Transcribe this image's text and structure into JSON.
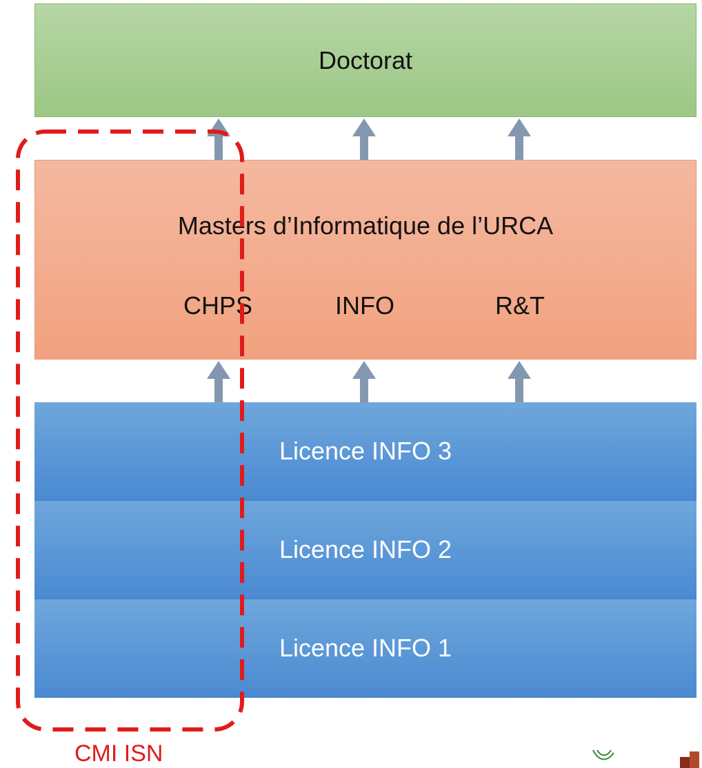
{
  "doctorat": {
    "label": "Doctorat"
  },
  "masters": {
    "title": "Masters d’Informatique de l’URCA",
    "tracks": [
      "CHPS",
      "INFO",
      "R&T"
    ]
  },
  "licences": [
    {
      "label": "Licence INFO 3"
    },
    {
      "label": "Licence INFO 2"
    },
    {
      "label": "Licence INFO 1"
    }
  ],
  "cmi": {
    "label": "CMI ISN"
  },
  "colors": {
    "doctorat": "#a9d18e",
    "masters": "#f4b183",
    "licence": "#5b9bd5",
    "arrow": "#8497b0",
    "cmi": "#e01b1b"
  }
}
